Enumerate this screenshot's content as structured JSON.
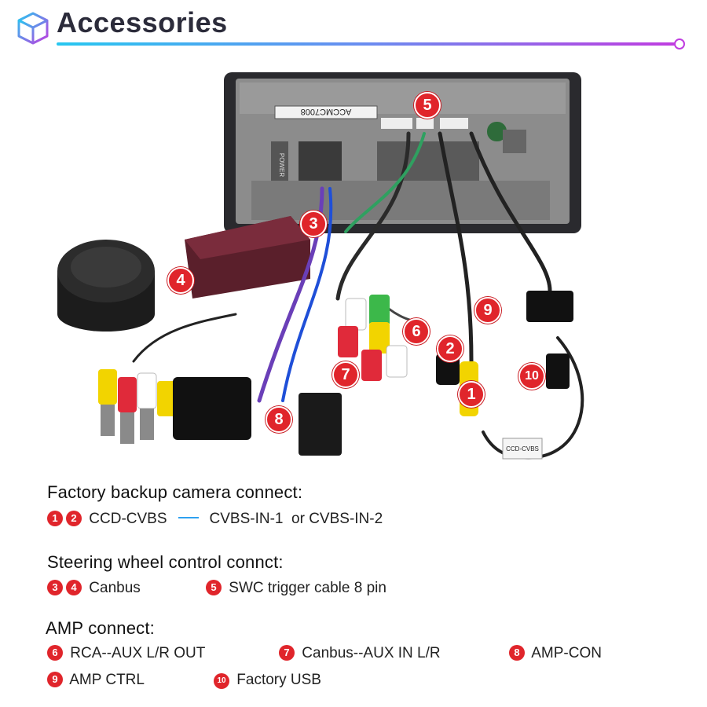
{
  "header": {
    "title": "Accessories",
    "icon": "box-icon",
    "accent_colors": [
      "#27c7f0",
      "#c03ce0"
    ]
  },
  "photo": {
    "board_labels": [
      "ACCMC7008",
      "POWER"
    ],
    "cable_tags": [
      "CCD-CVBS"
    ],
    "markers": [
      "5",
      "3",
      "4",
      "9",
      "6",
      "2",
      "10",
      "7",
      "1",
      "8"
    ]
  },
  "sections": {
    "camera": {
      "title": "Factory backup camera connect:",
      "nums": [
        "1",
        "2"
      ],
      "left": "CCD-CVBS",
      "right": "CVBS-IN-1  or CVBS-IN-2"
    },
    "steering": {
      "title": "Steering wheel control connct:",
      "item_a_nums": [
        "3",
        "4"
      ],
      "item_a": "Canbus",
      "item_b_num": "5",
      "item_b": "SWC trigger cable 8 pin"
    },
    "amp": {
      "title": "AMP connect:",
      "items": [
        {
          "num": "6",
          "label": "RCA--AUX L/R OUT"
        },
        {
          "num": "7",
          "label": "Canbus--AUX IN L/R"
        },
        {
          "num": "8",
          "label": "AMP-CON"
        },
        {
          "num": "9",
          "label": "AMP CTRL"
        },
        {
          "num": "10",
          "label": "Factory USB"
        }
      ]
    }
  },
  "colors": {
    "marker": "#e0252b",
    "dash": "#2ea0f0"
  }
}
